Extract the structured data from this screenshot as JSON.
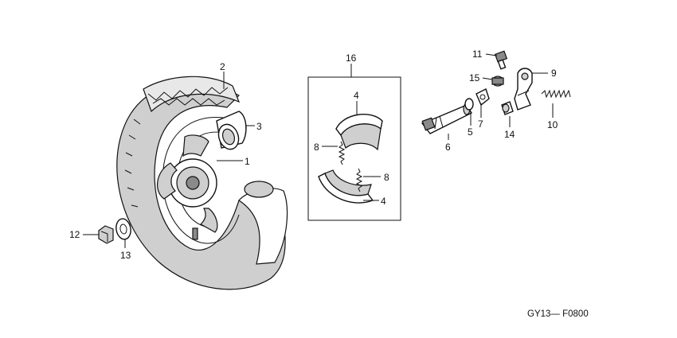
{
  "diagram": {
    "callouts": {
      "c1": "1",
      "c2": "2",
      "c3": "3",
      "c4a": "4",
      "c4b": "4",
      "c5": "5",
      "c6": "6",
      "c7": "7",
      "c8a": "8",
      "c8b": "8",
      "c9": "9",
      "c10": "10",
      "c11": "11",
      "c12": "12",
      "c13": "13",
      "c14": "14",
      "c15": "15",
      "c16": "16"
    },
    "code": "GY13— F0800"
  }
}
